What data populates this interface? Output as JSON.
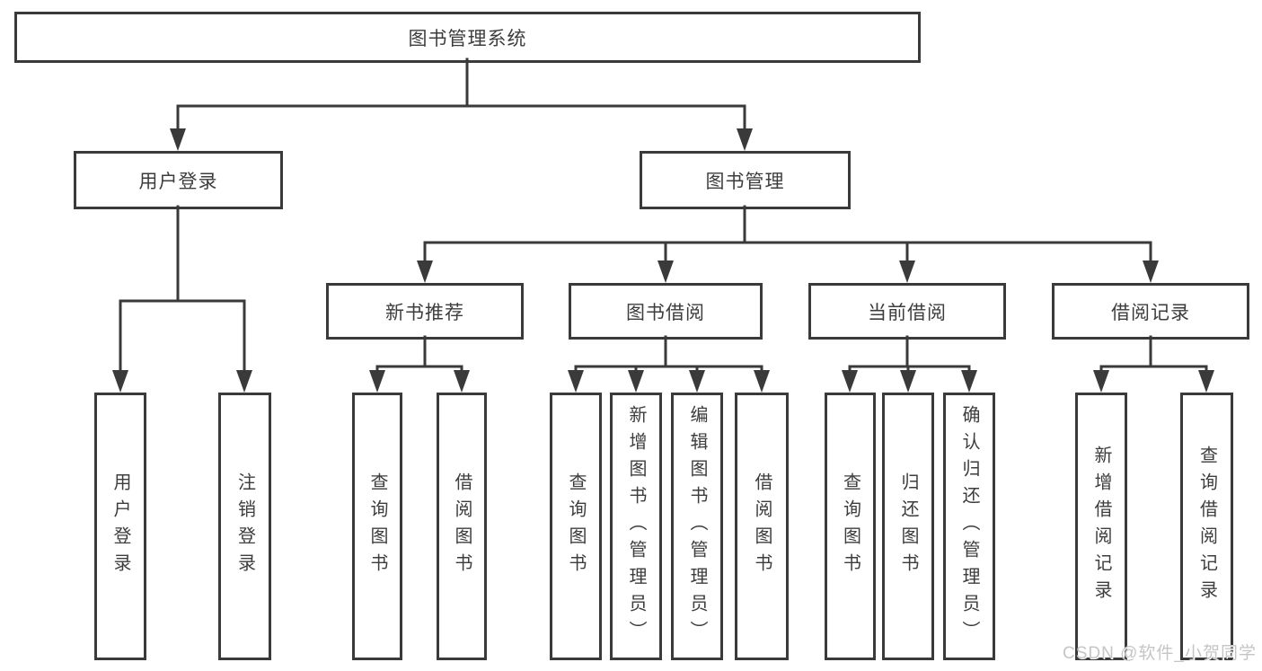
{
  "page": {
    "background": "#ffffff"
  },
  "colors": {
    "line": "#3a3a3a",
    "text": "#3d3d3d",
    "box_fill": "#ffffff",
    "watermark": "#c5c5c5"
  },
  "watermark": {
    "text": "CSDN @软件_小贺同学"
  },
  "tree": {
    "label": "图书管理系统",
    "children": [
      {
        "label": "用户登录",
        "children": [
          {
            "label": "用户登录"
          },
          {
            "label": "注销登录"
          }
        ]
      },
      {
        "label": "图书管理",
        "children": [
          {
            "label": "新书推荐",
            "children": [
              {
                "label": "查询图书"
              },
              {
                "label": "借阅图书"
              }
            ]
          },
          {
            "label": "图书借阅",
            "children": [
              {
                "label": "查询图书"
              },
              {
                "label": "新增图书（管理员）"
              },
              {
                "label": "编辑图书（管理员）"
              },
              {
                "label": "借阅图书"
              }
            ]
          },
          {
            "label": "当前借阅",
            "children": [
              {
                "label": "查询图书"
              },
              {
                "label": "归还图书"
              },
              {
                "label": "确认归还（管理员）"
              }
            ]
          },
          {
            "label": "借阅记录",
            "children": [
              {
                "label": "新增借阅记录"
              },
              {
                "label": "查询借阅记录"
              }
            ]
          }
        ]
      }
    ]
  }
}
